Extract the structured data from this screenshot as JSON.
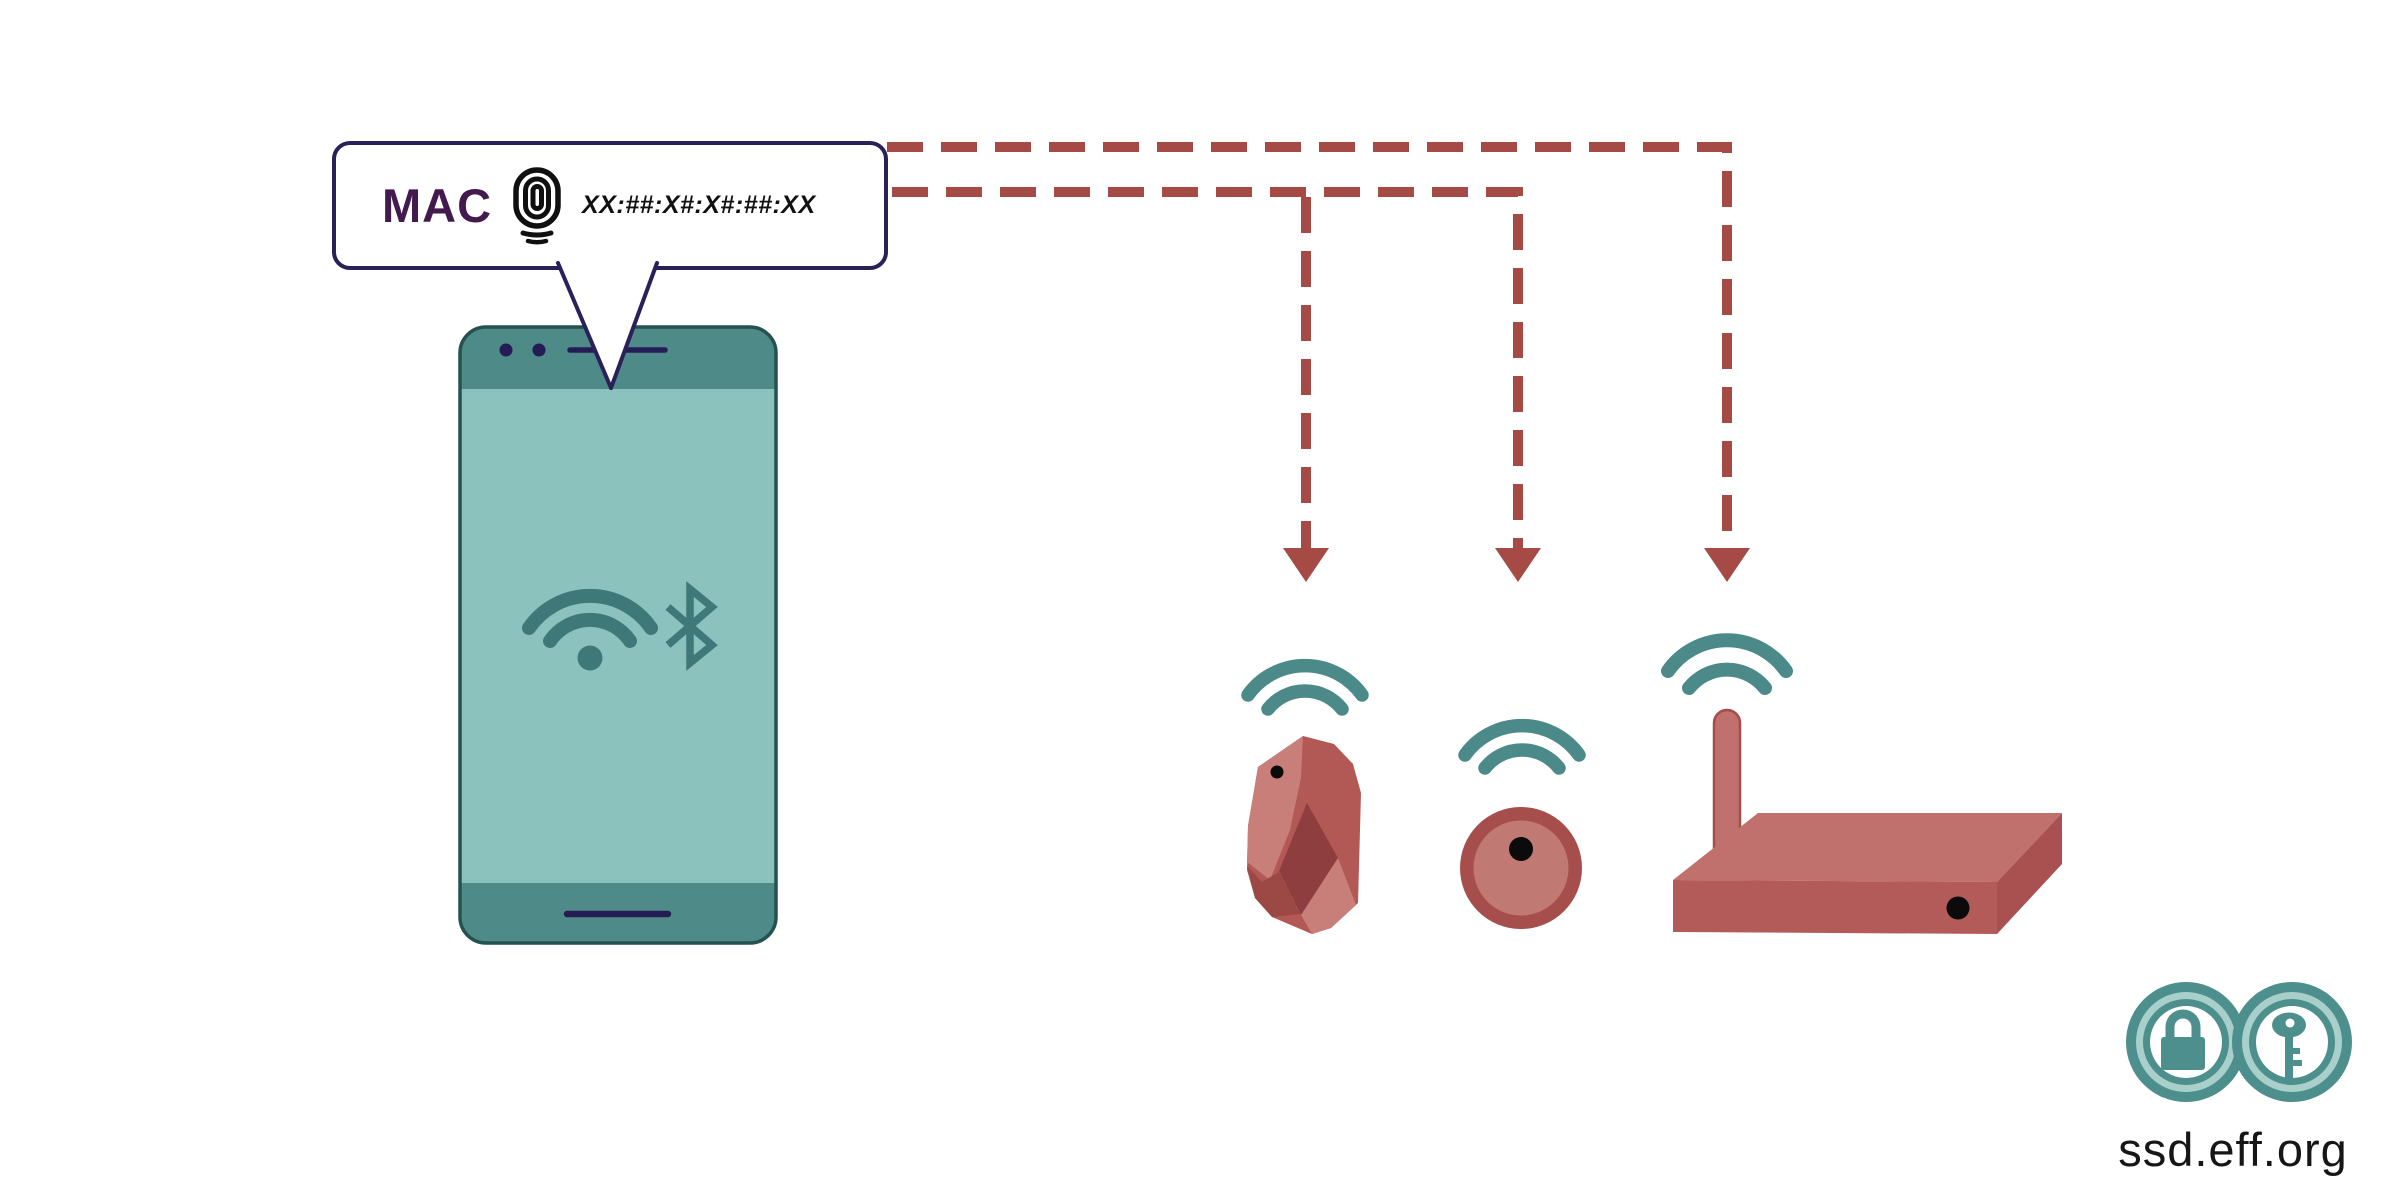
{
  "bubble": {
    "label": "MAC",
    "address": "XX:##:X#:X#:##:XX",
    "icon": "fingerprint-icon"
  },
  "phone": {
    "screen_icons": [
      "wifi-icon",
      "bluetooth-icon"
    ],
    "hardware_marks": [
      "camera-dot",
      "camera-dot",
      "speaker-line",
      "home-indicator-line"
    ]
  },
  "arrows": {
    "style": "dashed",
    "targets": [
      "beacon-rock",
      "beacon-round",
      "wifi-router"
    ]
  },
  "devices": [
    {
      "id": "beacon-rock",
      "icon": "rock-beacon-icon",
      "waves": "broadcast-waves-icon"
    },
    {
      "id": "beacon-round",
      "icon": "round-beacon-icon",
      "waves": "broadcast-waves-icon"
    },
    {
      "id": "wifi-router",
      "icon": "router-icon",
      "waves": "broadcast-waves-icon"
    }
  ],
  "footer": {
    "site": "ssd.eff.org",
    "logo_icons": [
      "lock-icon",
      "key-icon"
    ]
  },
  "colors": {
    "background": "#FFFFFF",
    "arrow_red": "#A64A46",
    "device_red_light": "#C87E79",
    "device_red_mid": "#B25855",
    "device_red_dark": "#8E3E3E",
    "device_red_shadow": "#9C4845",
    "router_top": "#C0706D",
    "router_front": "#B35B59",
    "router_side": "#A85150",
    "phone_frame_teal": "#4E8A88",
    "phone_screen_teal": "#8CC2BE",
    "phone_icon_teal": "#3F7879",
    "broadcast_teal": "#4C8A89",
    "logo_teal_dark": "#4D8F8C",
    "logo_teal_light": "#A9CFCA",
    "navy_detail": "#241C55",
    "bubble_border_navy": "#2A2158",
    "mac_purple": "#431A4D",
    "text_black": "#111111"
  }
}
